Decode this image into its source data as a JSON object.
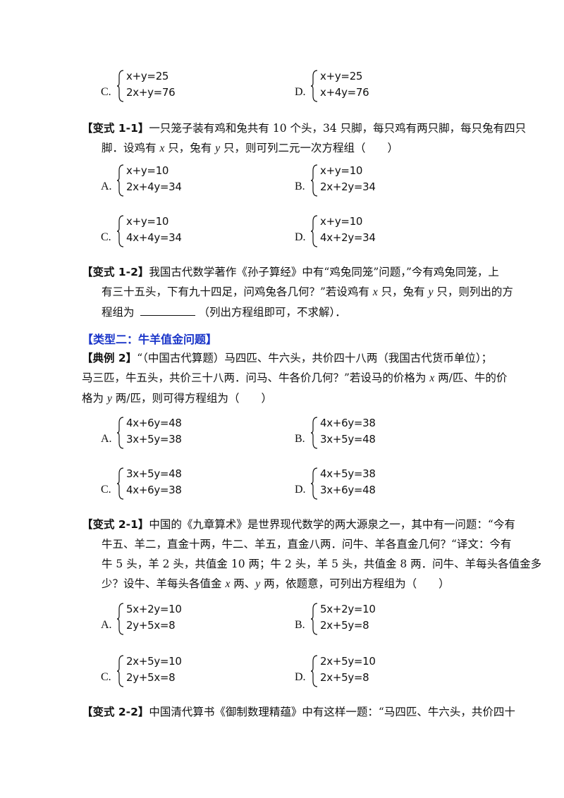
{
  "top_options": [
    {
      "letter": "C.",
      "eq1": "x+y=25",
      "eq2": "2x+y=76"
    },
    {
      "letter": "D.",
      "eq1": "x+y=25",
      "eq2": "x+4y=76"
    }
  ],
  "v1_1": {
    "tag": "【变式 1-1】",
    "line1": "一只笼子装有鸡和兔共有 10 个头，34 只脚，每只鸡有两只脚，每只兔有四只",
    "line2_a": "脚．设鸡有 ",
    "var_x": "x",
    "line2_b": " 只，兔有 ",
    "var_y": "y",
    "line2_c": " 只，则可列二元一次方程组（　　）",
    "options": [
      {
        "letter": "A.",
        "eq1": "x+y=10",
        "eq2": "2x+4y=34"
      },
      {
        "letter": "B.",
        "eq1": "x+y=10",
        "eq2": "2x+2y=34"
      },
      {
        "letter": "C.",
        "eq1": "x+y=10",
        "eq2": "4x+4y=34"
      },
      {
        "letter": "D.",
        "eq1": "x+y=10",
        "eq2": "4x+2y=34"
      }
    ]
  },
  "v1_2": {
    "tag": "【变式 1-2】",
    "line1": "我国古代数学著作《孙子算经》中有“鸡兔同笼”问题，”今有鸡兔同笼，上",
    "line2_a": "有三十五头，下有九十四足，问鸡兔各几何？”若设鸡有 ",
    "var_x": "x",
    "line2_b": " 只，兔有 ",
    "var_y": "y",
    "line2_c": " 只，则列出的方",
    "line3_a": "程组为 ",
    "line3_b": "（列出方程组即可，不求解）．"
  },
  "section2": {
    "title": "【类型二：牛羊值金问题】"
  },
  "ex2": {
    "tag": "【典例 2】",
    "line1": "“（中国古代算题）马四匹、牛六头，共价四十八两（我国古代货币单位）；",
    "line2_a": "马三匹，牛五头，共价三十八两．问马、牛各价几何？”若设马的价格为 ",
    "var_x": "x",
    "line2_b": " 两/匹、牛的价",
    "line3_a": "格为 ",
    "var_y": "y",
    "line3_b": " 两/匹，则可得方程组为（　　）",
    "options": [
      {
        "letter": "A.",
        "eq1": "4x+6y=48",
        "eq2": "3x+5y=38"
      },
      {
        "letter": "B.",
        "eq1": "4x+6y=38",
        "eq2": "3x+5y=48"
      },
      {
        "letter": "C.",
        "eq1": "3x+5y=48",
        "eq2": "4x+6y=38"
      },
      {
        "letter": "D.",
        "eq1": "4x+5y=38",
        "eq2": "3x+6y=48"
      }
    ]
  },
  "v2_1": {
    "tag": "【变式 2-1】",
    "line1": "中国的《九章算术》是世界现代数学的两大源泉之一，其中有一问题：“今有",
    "line2": "牛五、羊二，直金十两，牛二、羊五，直金八两．问牛、羊各直金几何？“译文：今有",
    "line3": "牛 5 头，羊 2 头，共值金 10 两；牛 2 头，羊 5 头，共值金 8 两．问牛、羊每头各值金多",
    "line4_a": "少？设牛、羊每头各值金 ",
    "var_x": "x",
    "line4_b": " 两、",
    "var_y": "y",
    "line4_c": " 两，依题意，可列出方程组为（　　）",
    "options": [
      {
        "letter": "A.",
        "eq1": "5x+2y=10",
        "eq2": "2y+5x=8"
      },
      {
        "letter": "B.",
        "eq1": "5x+2y=10",
        "eq2": "2x+5y=8"
      },
      {
        "letter": "C.",
        "eq1": "2x+5y=10",
        "eq2": "2y+5x=8"
      },
      {
        "letter": "D.",
        "eq1": "2x+5y=10",
        "eq2": "2x+5y=8"
      }
    ]
  },
  "v2_2": {
    "tag": "【变式 2-2】",
    "line1": "中国清代算书《御制数理精蕴》中有这样一题：“马四匹、牛六头，共价四十"
  }
}
